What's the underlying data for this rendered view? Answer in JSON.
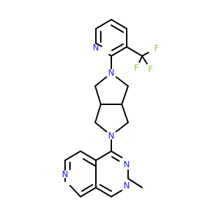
{
  "molecule": {
    "atoms": {
      "n_pyridine": {
        "symbol": "N"
      },
      "n_pyrrolidine_top": {
        "symbol": "N"
      },
      "n_pyrrolidine_bottom": {
        "symbol": "N"
      },
      "f1": {
        "symbol": "F"
      },
      "f2": {
        "symbol": "F"
      },
      "f3": {
        "symbol": "F"
      },
      "n_pyrimidine_a": {
        "symbol": "N"
      },
      "n_pyrimidine_b": {
        "symbol": "N"
      },
      "n_pyridine_fused": {
        "symbol": "N"
      }
    },
    "colors": {
      "nitrogen": "#1a1ae6",
      "fluorine": "#8cc63f",
      "carbon_bond": "#000000"
    }
  }
}
